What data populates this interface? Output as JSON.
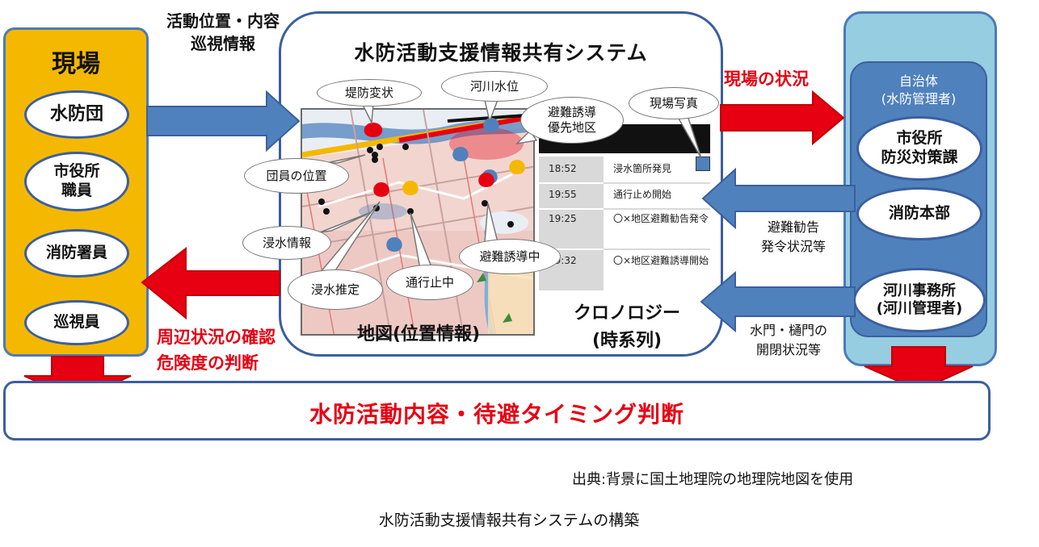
{
  "site": {
    "title": "現場",
    "items": [
      "水防団",
      "市役所\n職員",
      "消防署員",
      "巡視員"
    ]
  },
  "system": {
    "title": "水防活動支援情報共有システム",
    "map_label": "地図(位置情報)",
    "chrono_label_line1": "クロノロジー",
    "chrono_label_line2": "(時系列)",
    "callouts": {
      "embankment": "堤防変状",
      "river_level": "河川水位",
      "evac_priority": "避難誘導\n優先地区",
      "site_photo": "現場写真",
      "member_position": "団員の位置",
      "flood_info": "浸水情報",
      "flood_estimate": "浸水推定",
      "road_closed": "通行止中",
      "evac_in_progress": "避難誘導中"
    },
    "chronology": [
      {
        "time": "18:52",
        "event": "浸水箇所発見"
      },
      {
        "time": "19:55",
        "event": "通行止め開始"
      },
      {
        "time": "19:25",
        "event": "〇×地区避難勧告発令"
      },
      {
        "time": "19:32",
        "event": "〇×地区避難誘導開始"
      }
    ]
  },
  "municipality": {
    "title": "自治体",
    "subtitle": "(水防管理者)",
    "items": [
      "市役所\n防災対策課",
      "消防本部"
    ],
    "river_office": "河川事務所\n(河川管理者)"
  },
  "arrows": {
    "site_to_system": "活動位置・内容\n巡視情報",
    "system_to_muni": "現場の状況",
    "muni_to_system_1": "避難勧告\n発令状況等",
    "muni_to_system_2": "水門・樋門の\n開閉状況等",
    "system_to_site_line1": "周辺状況の確認",
    "system_to_site_line2": "危険度の判断"
  },
  "decision": "水防活動内容・待避タイミング判断",
  "source_note": "出典:背景に国土地理院の地理院地図を使用",
  "caption": "水防活動支援情報共有システムの構築",
  "colors": {
    "site_bg": "#f5b800",
    "muni_bg": "#96cde0",
    "muni_inner": "#4f81bd",
    "arrow_blue": "#4f81bd",
    "arrow_red": "#e60012",
    "border": "#3b5f9e"
  }
}
